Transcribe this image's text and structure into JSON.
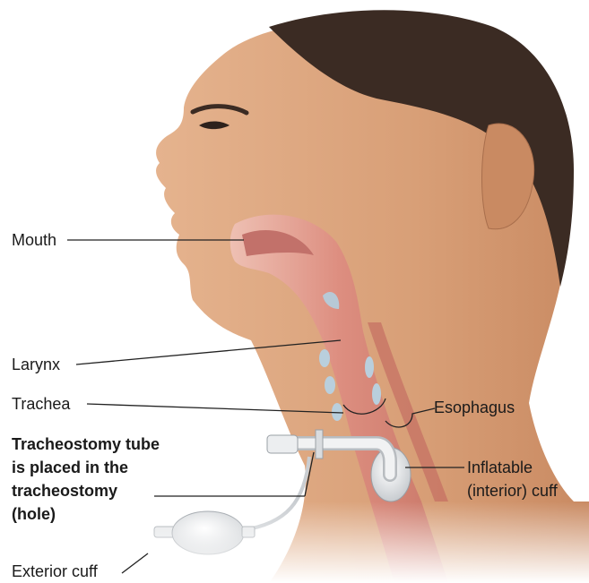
{
  "labels": {
    "mouth": "Mouth",
    "larynx": "Larynx",
    "trachea": "Trachea",
    "esophagus": "Esophagus",
    "tube_line1": "Tracheostomy tube",
    "tube_line2": "is placed in the",
    "tube_line3": "tracheostomy",
    "tube_line4": "(hole)",
    "inflatable_line1": "Inflatable",
    "inflatable_line2": "(interior) cuff",
    "exterior_cuff": "Exterior cuff"
  },
  "colors": {
    "skin": "#d9a17a",
    "hair": "#3a2a22",
    "airway": "#e39a8c",
    "tube": "#e6e8ea"
  }
}
